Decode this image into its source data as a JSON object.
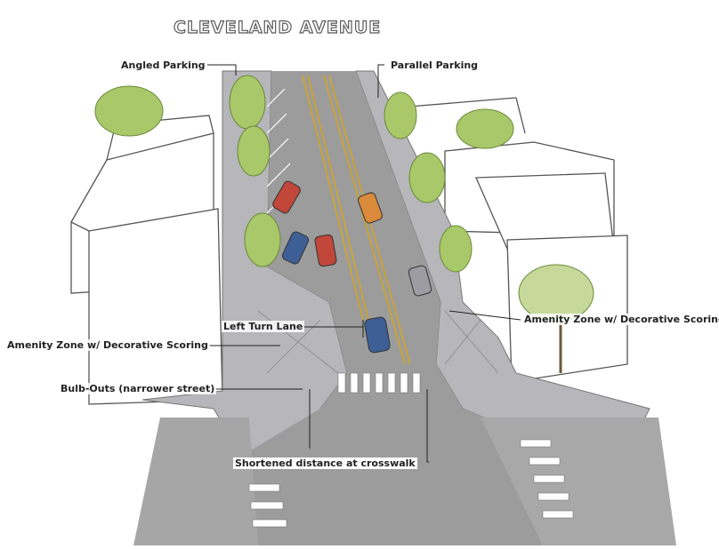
{
  "title": "CLEVELAND AVENUE",
  "labels": {
    "angled_parking": "Angled Parking",
    "parallel_parking": "Parallel Parking",
    "left_turn_lane": "Left Turn Lane",
    "amenity_zone_left": "Amenity Zone w/ Decorative Scoring",
    "amenity_zone_right": "Amenity Zone w/ Decorative Scoring",
    "bulb_outs": "Bulb-Outs (narrower street)",
    "shortened_crosswalk": "Shortened distance at crosswalk"
  },
  "colors": {
    "road": "#9a9a9a",
    "sidewalk": "#b9b9bd",
    "tree_foliage": "#a9c86a",
    "building_outline": "#555555",
    "lane_stripe": "#c9a23a",
    "car_red": "#c0473a",
    "car_blue": "#3d5f96",
    "car_orange": "#d98a3a"
  }
}
